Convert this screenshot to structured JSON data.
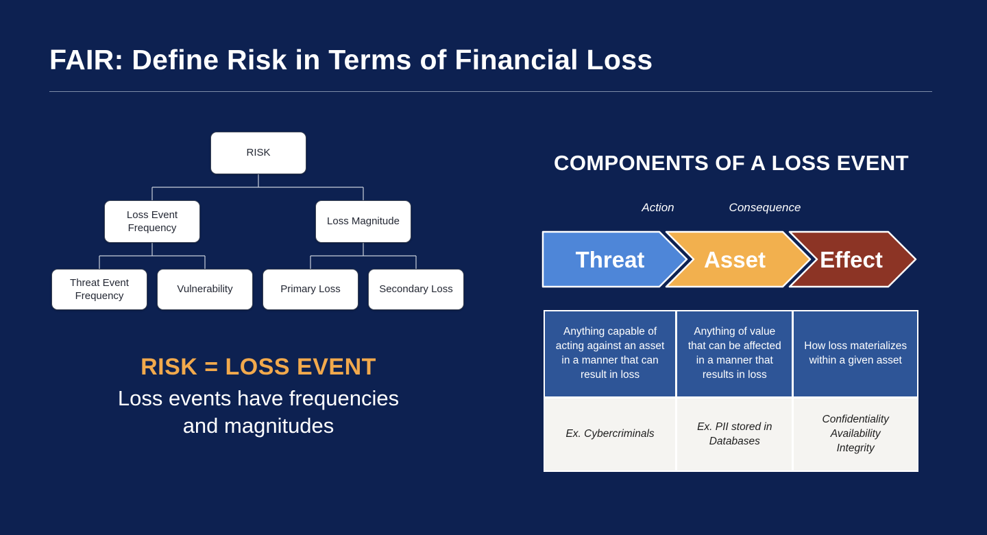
{
  "slide": {
    "title": "FAIR: Define Risk in Terms of Financial Loss",
    "background_color": "#0d2151"
  },
  "tree": {
    "root": "RISK",
    "level2": [
      {
        "label": "Loss Event Frequency"
      },
      {
        "label": "Loss Magnitude"
      }
    ],
    "level3": [
      {
        "label": "Threat Event Frequency"
      },
      {
        "label": "Vulnerability"
      },
      {
        "label": "Primary Loss"
      },
      {
        "label": "Secondary Loss"
      }
    ]
  },
  "callout": {
    "headline": "RISK = LOSS EVENT",
    "headline_color": "#f2a94c",
    "line1": "Loss events have frequencies",
    "line2": "and magnitudes"
  },
  "components": {
    "heading": "COMPONENTS OF A LOSS EVENT",
    "flow_labels": {
      "action": "Action",
      "consequence": "Consequence"
    },
    "arrows": [
      {
        "label": "Threat",
        "color": "#4e86d8"
      },
      {
        "label": "Asset",
        "color": "#f2b04e"
      },
      {
        "label": "Effect",
        "color": "#8c3425"
      }
    ],
    "table": {
      "definitions": [
        "Anything capable of acting against an asset in a manner that can result in loss",
        "Anything of value that can be affected in a manner that results in loss",
        "How loss materializes within a given asset"
      ],
      "examples": [
        "Ex. Cybercriminals",
        "Ex. PII stored in Databases",
        "Confidentiality\nAvailability\nIntegrity"
      ],
      "definition_bg": "#2e5597",
      "example_bg": "#f5f4f1"
    }
  }
}
